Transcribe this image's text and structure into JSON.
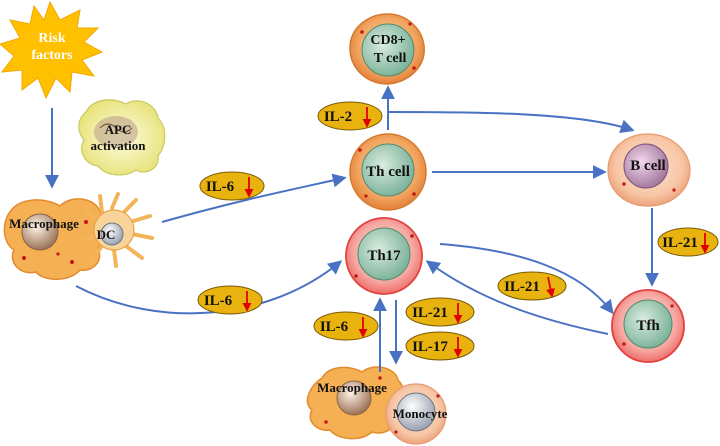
{
  "nodes": {
    "risk": [
      "Risk",
      "factors"
    ],
    "apc": [
      "APC",
      "activation"
    ],
    "macrophage_left": "Macrophage",
    "dc": "DC",
    "cd8": [
      "CD8+",
      "T cell"
    ],
    "th_cell": "Th cell",
    "b_cell": "B cell",
    "th17": "Th17",
    "tfh": "Tfh",
    "macrophage_bottom": "Macrophage",
    "monocyte": "Monocyte"
  },
  "pills": [
    {
      "key": "il2",
      "label": "IL-2",
      "trend": "down"
    },
    {
      "key": "il6_top",
      "label": "IL-6",
      "trend": "down"
    },
    {
      "key": "il6_mid",
      "label": "IL-6",
      "trend": "down"
    },
    {
      "key": "il21_right",
      "label": "IL-21",
      "trend": "down"
    },
    {
      "key": "il21_diag",
      "label": "IL-21",
      "trend": "down"
    },
    {
      "key": "il6_bottom",
      "label": "IL-6",
      "trend": "down"
    },
    {
      "key": "il21_bottom",
      "label": "IL-21",
      "trend": "down"
    },
    {
      "key": "il17_bottom",
      "label": "IL-17",
      "trend": "down"
    }
  ],
  "colors": {
    "arrow": "#4a72c4",
    "pill_fill": "#e8b20f",
    "down_arrow": "#e00000",
    "starburst": "#ffc000"
  }
}
